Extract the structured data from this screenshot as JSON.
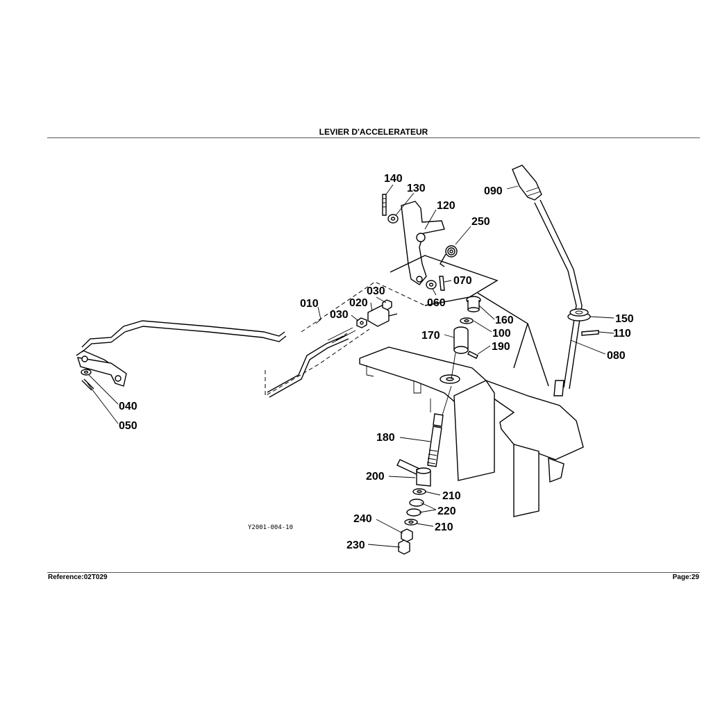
{
  "header": {
    "title": "LEVIER D'ACCELERATEUR"
  },
  "footer": {
    "reference": "Reference:02T029",
    "page": "Page:29"
  },
  "figure_code": "Y2001-004-10",
  "callouts": {
    "c140": "140",
    "c130": "130",
    "c120": "120",
    "c250": "250",
    "c090": "090",
    "c070": "070",
    "c060": "060",
    "c030a": "030",
    "c020": "020",
    "c030b": "030",
    "c010": "010",
    "c160": "160",
    "c100": "100",
    "c170": "170",
    "c190": "190",
    "c150": "150",
    "c110": "110",
    "c080": "080",
    "c040": "040",
    "c050": "050",
    "c180": "180",
    "c200": "200",
    "c210a": "210",
    "c220": "220",
    "c210b": "210",
    "c240": "240",
    "c230": "230"
  }
}
